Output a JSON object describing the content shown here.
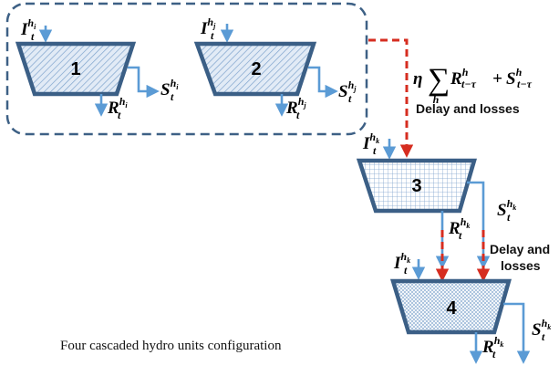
{
  "caption": "Four cascaded hydro units configuration",
  "units": [
    {
      "id": "1",
      "inflow": {
        "base": "I",
        "sub": "t",
        "sup": "h",
        "supsub": "i"
      },
      "release": {
        "base": "R",
        "sub": "t",
        "sup": "h",
        "supsub": "i"
      },
      "spill": {
        "base": "S",
        "sub": "t",
        "sup": "h",
        "supsub": "i"
      }
    },
    {
      "id": "2",
      "inflow": {
        "base": "I",
        "sub": "t",
        "sup": "h",
        "supsub": "j"
      },
      "release": {
        "base": "R",
        "sub": "t",
        "sup": "h",
        "supsub": "j"
      },
      "spill": {
        "base": "S",
        "sub": "t",
        "sup": "h",
        "supsub": "j"
      }
    },
    {
      "id": "3",
      "inflow": {
        "base": "I",
        "sub": "t",
        "sup": "h",
        "supsub": "k"
      },
      "release": {
        "base": "R",
        "sub": "t",
        "sup": "h",
        "supsub": "k"
      },
      "spill": {
        "base": "S",
        "sub": "t",
        "sup": "h",
        "supsub": "k"
      }
    },
    {
      "id": "4",
      "inflow": {
        "base": "I",
        "sub": "t",
        "sup": "h",
        "supsub": "k"
      },
      "release": {
        "base": "R",
        "sub": "t",
        "sup": "h",
        "supsub": "k"
      },
      "spill": {
        "base": "S",
        "sub": "t",
        "sup": "h",
        "supsub": "k"
      }
    }
  ],
  "aggregate_formula": {
    "eta": "η",
    "sum": "∑",
    "index": "h",
    "r_base": "R",
    "r_sub": "t−τ",
    "r_sup": "h",
    "plus": "+",
    "s_base": "S",
    "s_sub": "t−τ",
    "s_sup": "h"
  },
  "delay_label": "Delay and losses",
  "delay_label_lower": [
    "Delay and",
    "losses"
  ],
  "colors": {
    "reservoir_border": "#3b5f86",
    "reservoir_fill_bg": "#e2ebf6",
    "hatch_blue": "#7fa4cd",
    "flow_arrow": "#5b9bd5",
    "dashed_arrow": "#d62d20",
    "group_border": "#3d6085"
  }
}
